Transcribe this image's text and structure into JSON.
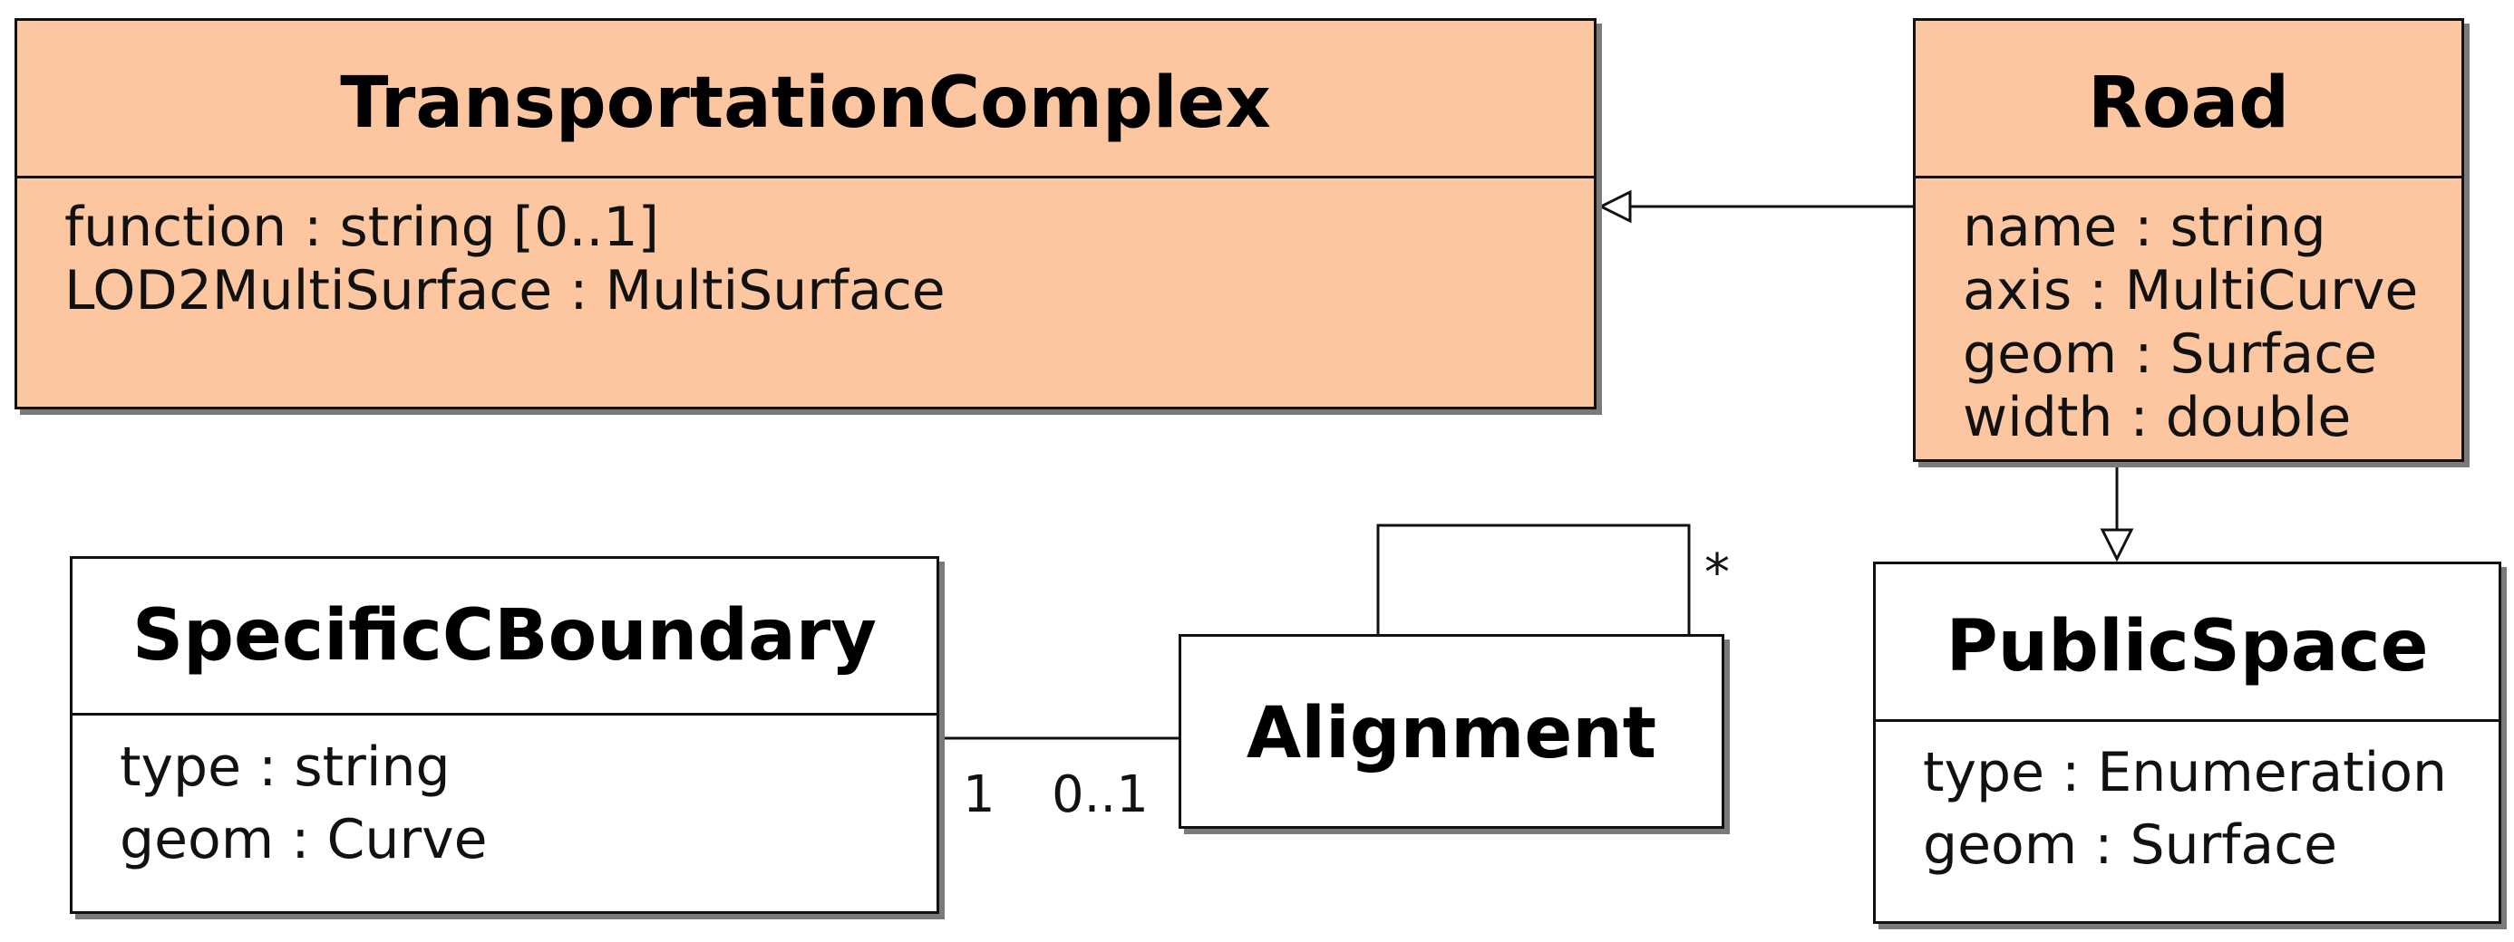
{
  "classes": {
    "transportation_complex": {
      "name": "TransportationComplex",
      "attributes": [
        "function : string [0..1]",
        "LOD2MultiSurface : MultiSurface"
      ]
    },
    "road": {
      "name": "Road",
      "attributes": [
        "name : string",
        "axis : MultiCurve",
        "geom : Surface",
        "width : double"
      ]
    },
    "specific_c_boundary": {
      "name": "SpecificCBoundary",
      "attributes": [
        "type : string",
        "geom : Curve"
      ]
    },
    "alignment": {
      "name": "Alignment"
    },
    "public_space": {
      "name": "PublicSpace",
      "attributes": [
        "type : Enumeration",
        "geom : Surface"
      ]
    }
  },
  "associations": {
    "boundary_alignment": {
      "boundary_end": "1",
      "alignment_end": "0..1"
    },
    "alignment_self": {
      "multiplicity": "*"
    }
  },
  "colors": {
    "class_fill_highlight": "#fcc6a0",
    "class_fill_plain": "#ffffff",
    "line": "#111111",
    "shadow": "#7a7a7a"
  }
}
